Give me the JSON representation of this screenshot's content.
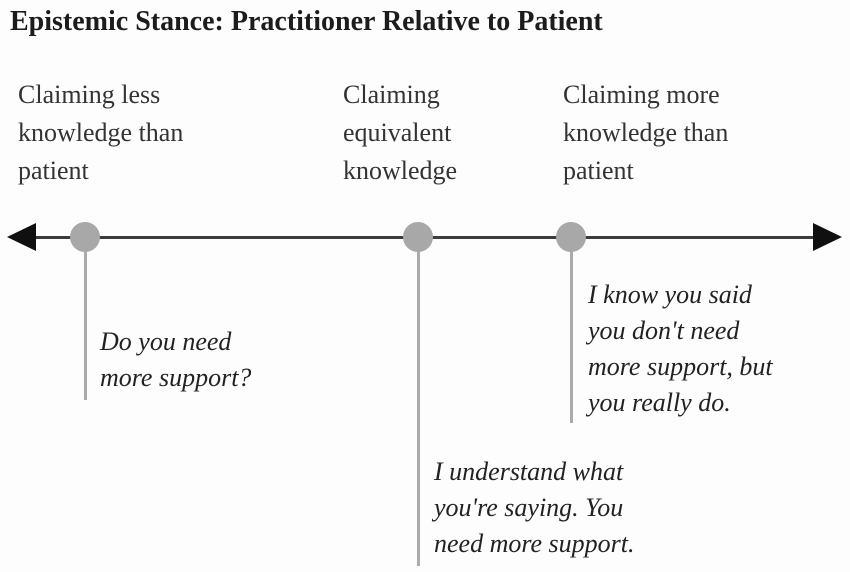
{
  "title": "Epistemic Stance: Practitioner Relative to Patient",
  "stances": [
    {
      "id": "claiming-less",
      "label_lines": [
        "Claiming less",
        "knowledge than",
        "patient"
      ],
      "quote_lines": [
        "Do you need",
        "more support?"
      ]
    },
    {
      "id": "claiming-equivalent",
      "label_lines": [
        "Claiming",
        "equivalent",
        "knowledge"
      ],
      "quote_lines": [
        "I understand what",
        "you're saying. You",
        "need more support."
      ]
    },
    {
      "id": "claiming-more",
      "label_lines": [
        "Claiming more",
        "knowledge than",
        "patient"
      ],
      "quote_lines": [
        "I know you said",
        "you don't need",
        "more support, but",
        "you really do."
      ]
    }
  ],
  "colors": {
    "axis_line": "#3c3c3c",
    "arrowhead": "#101010",
    "dot": "#a8a8a8",
    "stem": "#aaaaaa",
    "text": "#1f1f1f"
  }
}
